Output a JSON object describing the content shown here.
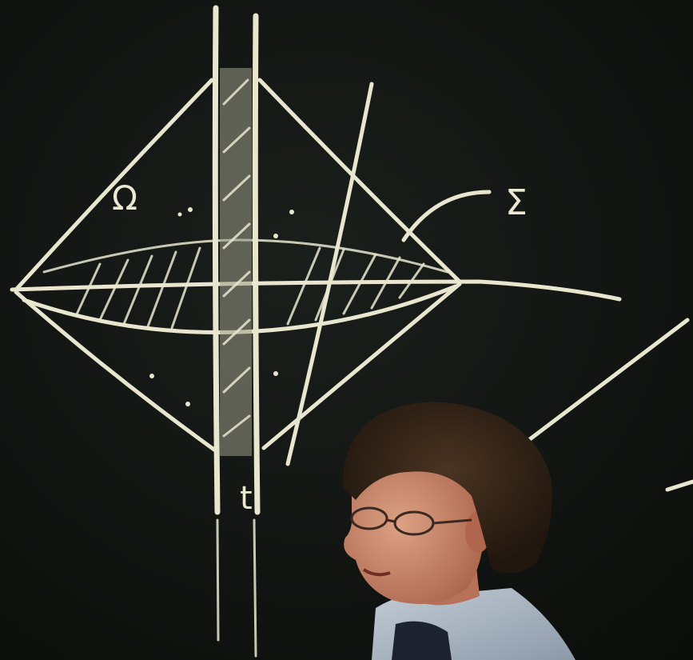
{
  "scene": {
    "description_labels": {
      "region_label": "Ω",
      "surface_label": "Σ",
      "axis_label": "t"
    },
    "colors": {
      "board": "#141816",
      "chalk": "#e8e6cf",
      "hair": "#3a2a1c",
      "skin": "#c98a6a",
      "shirt": "#aab8c6"
    }
  }
}
